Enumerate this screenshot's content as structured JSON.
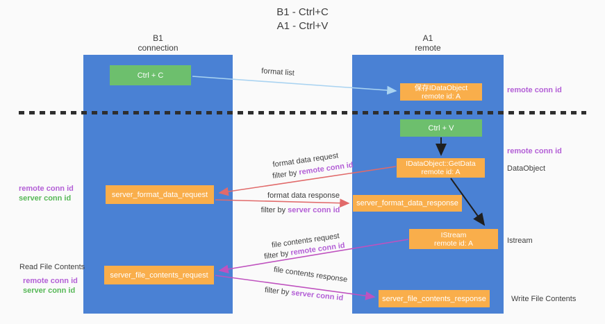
{
  "title": {
    "line1": "B1 - Ctrl+C",
    "line2": "A1 - Ctrl+V"
  },
  "columns": {
    "left": {
      "name": "B1",
      "role": "connection"
    },
    "right": {
      "name": "A1",
      "role": "remote"
    }
  },
  "nodes": {
    "ctrl_c": "Ctrl + C",
    "ctrl_v": "Ctrl + V",
    "save_dataobject": {
      "line1": "保存IDataObject",
      "line2": "remote id: A"
    },
    "getdata": {
      "line1": "IDataObject::GetData",
      "line2": "remote id: A"
    },
    "istream": {
      "line1": "IStream",
      "line2": "remote id: A"
    },
    "format_request": "server_format_data_request",
    "format_response": "server_format_data_response",
    "file_request": "server_file_contents_request",
    "file_response": "server_file_contents_response"
  },
  "side_labels": {
    "remote_conn_top": "remote conn id",
    "remote_conn_mid": "remote conn id",
    "dataobject": "DataObject",
    "istream": "Istream",
    "write_file": "Write File Contents",
    "read_file": "Read File Contents",
    "left_remote_conn": "remote conn id",
    "left_server_conn": "server conn id",
    "read_remote_conn": "remote conn id",
    "read_server_conn": "server conn id"
  },
  "flow_labels": {
    "format_list": "format list",
    "format_data_request": "format data request",
    "format_data_response": "format data response",
    "file_contents_request": "file contents request",
    "file_contents_response": "file contents response",
    "filter_prefix": "filter by ",
    "remote_conn_id": "remote conn id",
    "server_conn_id": "server conn id"
  },
  "colors": {
    "column_blue": "#4a81d4",
    "node_orange": "#f9ae4b",
    "action_green": "#6dbf6d",
    "arrow_red": "#e16a6a",
    "arrow_magenta": "#bf52bf",
    "arrow_blue": "#a9d3f1",
    "arrow_black": "#1f1f1f",
    "text_purple": "#b35fd6",
    "text_green": "#57b857"
  }
}
